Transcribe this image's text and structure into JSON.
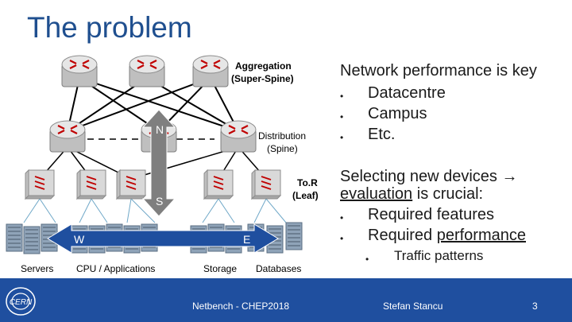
{
  "slide": {
    "title": "The problem"
  },
  "diagram": {
    "labels": {
      "aggregation": "Aggregation",
      "super_spine": "(Super-Spine)",
      "distribution": "Distribution",
      "spine": "(Spine)",
      "tor": "To.R",
      "leaf": "(Leaf)",
      "north": "N",
      "south": "S",
      "west": "W",
      "east": "E",
      "servers": "Servers",
      "cpu": "CPU / Applications",
      "storage": "Storage",
      "databases": "Databases"
    },
    "colors": {
      "arrow_ns": "#7f7f7f",
      "arrow_we": "#1f4f9f",
      "router_body": "#d9d9d9",
      "router_mark": "#c00000"
    }
  },
  "text": {
    "perf_heading": "Network performance is key",
    "perf_items": [
      "Datacentre",
      "Campus",
      "Etc."
    ],
    "select_line1_a": "Selecting new devices ",
    "select_arrow": "→",
    "select_line2_a": "evaluation",
    "select_line2_b": " is crucial:",
    "req_features": "Required features",
    "req_perf_a": "Required ",
    "req_perf_b": "performance",
    "traffic": "Traffic patterns",
    "bullet": "•"
  },
  "footer": {
    "center": "Netbench - CHEP2018",
    "author": "Stefan Stancu",
    "page": "3",
    "logo": "cern-logo",
    "bg_color": "#1f4f9f"
  }
}
